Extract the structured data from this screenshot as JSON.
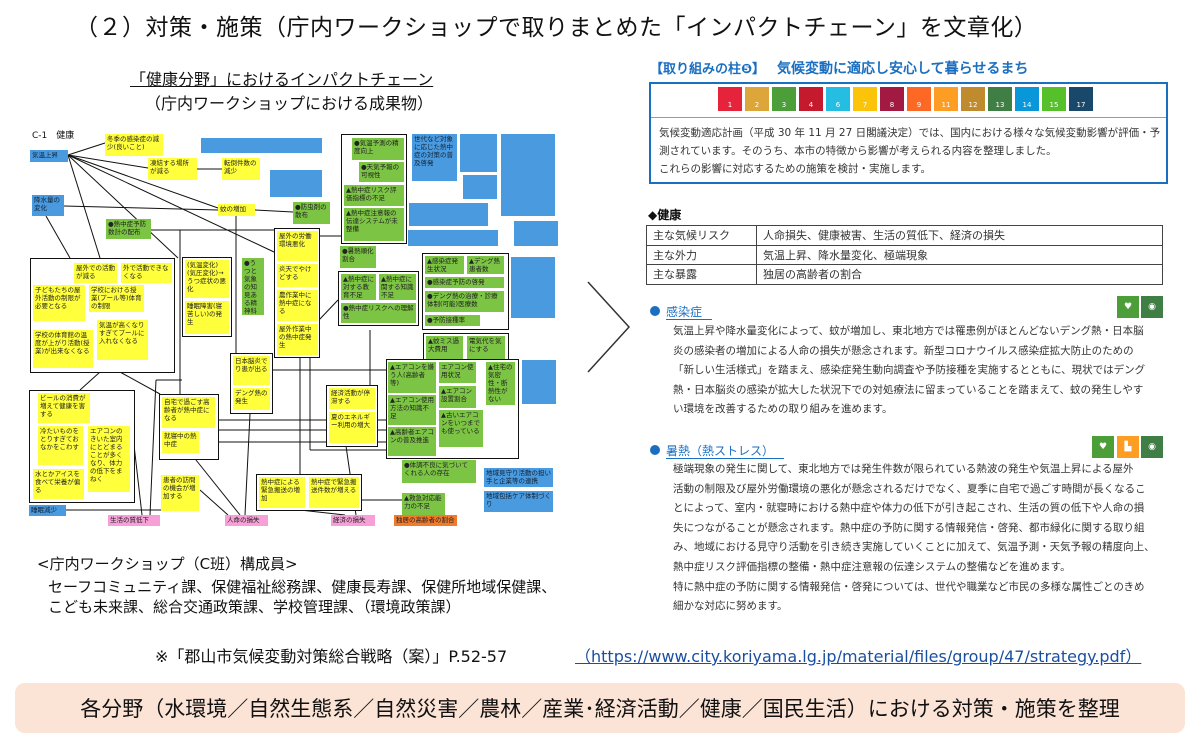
{
  "title": "（２）対策・施策（庁内ワークショップで取りまとめた「インパクトチェーン」を文章化）",
  "left": {
    "subtitle": "「健康分野」におけるインパクトチェーン",
    "subtitle2": "（庁内ワークショップにおける成果物）",
    "diagram": {
      "label": "C-1　健康",
      "nodes": [
        "気温上昇",
        "冬季の感染症の減少(良いこと)",
        "凍結する場所が減る",
        "転倒件数の減少",
        "降水量の変化",
        "蚊の増加",
        "●防虫剤の散布",
        "●熱中症予防数計の配布",
        "屋外での活動が減る",
        "外で活動できなくなる",
        "子どもたちの屋外活動の制限が必要となる",
        "学校における授業(プール等)体育の制限",
        "学校の体育館の温度が上がり活動(授業)が出来なくなる",
        "気温が高くなりすぎてプールに入れなくなる",
        "(気温変化)(気圧変化)→うつ症状の悪化",
        "睡眠障害(寝苦しい)の発生",
        "●うつと気象の知見ある精神科医数",
        "屋外の労働環境悪化",
        "炎天でやけどする",
        "農作業中に熱中症になる",
        "屋外作業中の熱中症発生",
        "●気温予測の精度向上",
        "●天気予報の可視性",
        "▲熱中症リスク評価指標の不足",
        "▲熱中症注意報の伝達システムが未整備",
        "●暑熱順化割合",
        "▲熱中症に対する教育不足",
        "▲熱中症に関する知識不足",
        "●熱中症リスクへの理解性",
        "世代など対象に応じた熱中症の対策の普及啓発",
        "▲感染症発生状況",
        "▲デング熱患者数",
        "●感染症予防の啓発",
        "●デング熱の治療・診療体制(可能)医療数",
        "●予防接種率",
        "▲蚊ミス過大費用",
        "電気代を気にする",
        "▲エアコンを嫌う人(高齢者等)",
        "エアコン使用状況",
        "▲住宅の気密性・断熱性がない",
        "▲エアコン設置割合",
        "▲エアコン使用方法の知識不足",
        "▲古いエアコンをいつまでも使っている",
        "▲高齢者エアコンの普及推進",
        "日本脳炎でり患が出る",
        "デング熱の発生",
        "経済活動が停滞する",
        "夏のエネルギー利用の増大",
        "自宅で過ごす高齢者が熱中症になる",
        "就寝中の熱中症",
        "ビールの消費が増えて健康を害する",
        "冷たいものをとりすぎておなかをこわす",
        "エアコンのきいた室内にとどまることが多くなり、体力の低下をまねく",
        "水とかアイスを食べて栄養が偏る",
        "熱中症による緊急搬送の増加",
        "熱中症で緊急搬送件数が増える",
        "患者の訪問の機会が増加する",
        "睡眠減少",
        "生活の質低下",
        "人命の損失",
        "経済の損失",
        "独居の高齢者の割合",
        "●体調不良に気づいてくれる人の存在",
        "▲救急対応能力の不足",
        "地域見守り活動の担い手と企業等の連携",
        "地域包括ケア体制づくり"
      ]
    },
    "workshop": {
      "heading": "<庁内ワークショップ（C班）構成員>",
      "line1": "セーフコミュニティ課、保健福祉総務課、健康長寿課、保健所地域保健課、",
      "line2": "こども未来課、総合交通政策課、学校管理課、（環境政策課）"
    }
  },
  "right": {
    "pillar": "【取り組みの柱❺】",
    "pillar_title": "気候変動に適応し安心して暮らせるまち",
    "sdgs": [
      {
        "n": "1",
        "c": "#e5243b"
      },
      {
        "n": "2",
        "c": "#dda63a"
      },
      {
        "n": "3",
        "c": "#4c9f38"
      },
      {
        "n": "4",
        "c": "#c5192d"
      },
      {
        "n": "6",
        "c": "#26bde2"
      },
      {
        "n": "7",
        "c": "#fcc30b"
      },
      {
        "n": "8",
        "c": "#a21942"
      },
      {
        "n": "9",
        "c": "#fd6925"
      },
      {
        "n": "11",
        "c": "#fd9d24"
      },
      {
        "n": "12",
        "c": "#bf8b2e"
      },
      {
        "n": "13",
        "c": "#3f7e44"
      },
      {
        "n": "14",
        "c": "#0a97d9"
      },
      {
        "n": "15",
        "c": "#56c02b"
      },
      {
        "n": "17",
        "c": "#19486a"
      }
    ],
    "intro": [
      "気候変動適応計画（平成 30 年 11 月 27 日閣議決定）では、国内における様々な気候変動影響が評価・予",
      "測されています。そのうち、本市の特徴から影響が考えられる内容を整理しました。",
      "これらの影響に対応するための施策を検討・実施します。"
    ],
    "section": "◆健康",
    "table": [
      [
        "主な気候リスク",
        "人命損失、健康被害、生活の質低下、経済の損失"
      ],
      [
        "主な外力",
        "気温上昇、降水量変化、極端現象"
      ],
      [
        "主な暴露",
        "独居の高齢者の割合"
      ]
    ],
    "infection": {
      "title": "感染症",
      "lines": [
        "気温上昇や降水量変化によって、蚊が増加し、東北地方では罹患例がほとんどないデング熱・日本脳",
        "炎の感染者の増加による人命の損失が懸念されます。新型コロナウイルス感染症拡大防止のための",
        "「新しい生活様式」を踏まえ、感染症発生動向調査や予防接種を実施するとともに、現状ではデング",
        "熱・日本脳炎の感染が拡大した状況下での対処療法に留まっていることを踏まえて、蚊の発生しやす",
        "い環境を改善するための取り組みを進めます。"
      ]
    },
    "heat": {
      "title": "暑熱（熱ストレス）",
      "lines": [
        "極端現象の発生に関して、東北地方では発生件数が限られている熱波の発生や気温上昇による屋外",
        "活動の制限及び屋外労働環境の悪化が懸念されるだけでなく、夏季に自宅で過ごす時間が長くなるこ",
        "とによって、室内・就寝時における熱中症や体力の低下が引き起こされ、生活の質の低下や人命の損",
        "失につながることが懸念されます。熱中症の予防に関する情報発信・啓発、都市緑化に関する取り組",
        "み、地域における見守り活動を引き続き実施していくことに加えて、気温予測・天気予報の精度向上、",
        "熱中症リスク評価指標の整備・熱中症注意報の伝達システムの整備などを進めます。",
        "特に熱中症の予防に関する情報発信・啓発については、世代や職業など市民の多様な属性ごとのきめ",
        "細かな対応に努めます。"
      ]
    }
  },
  "reference": {
    "text": "※「郡山市気候変動対策総合戦略（案）」P.52-57",
    "link": "（https://www.city.koriyama.lg.jp/material/files/group/47/strategy.pdf）"
  },
  "banner": "各分野（水環境／自然生態系／自然災害／農林／産業･経済活動／健康／国民生活）における対策・施策を整理"
}
